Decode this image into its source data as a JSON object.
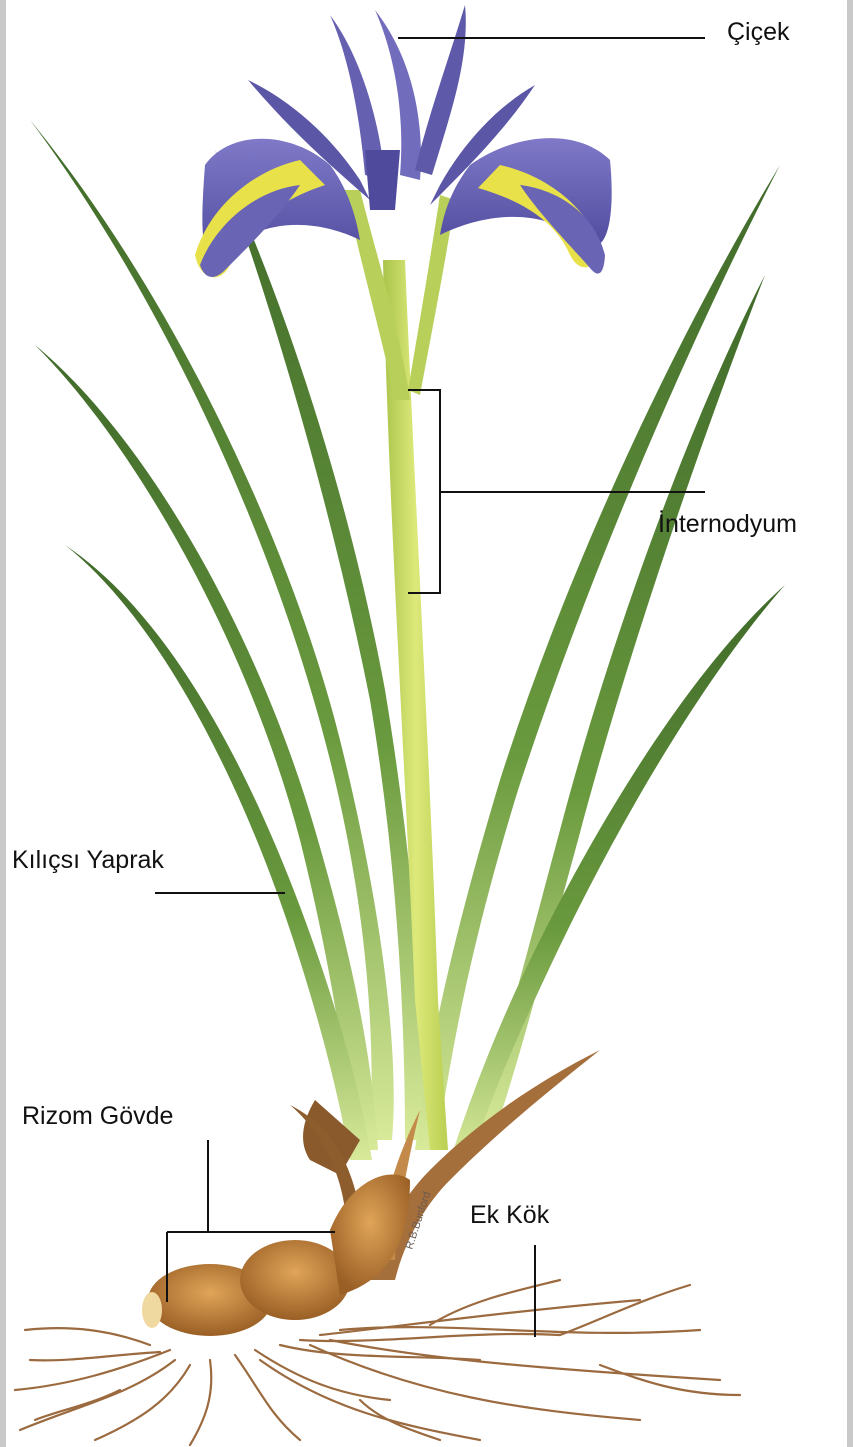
{
  "labels": {
    "flower": "Çiçek",
    "internode": "İnternodyum",
    "leaf": "Kılıçsı Yaprak",
    "rhizome": "Rizom Gövde",
    "root": "Ek Kök"
  },
  "signature": "R.B.Bunford",
  "colors": {
    "petal": "#6d67b8",
    "petal_dark": "#4f4a9c",
    "leaf": "#5e8b3a",
    "leaf_light": "#c9de6a",
    "stem": "#c2d85a",
    "rhizome": "#c98a3e",
    "root": "#9b6a3f",
    "leader": "#111111"
  }
}
